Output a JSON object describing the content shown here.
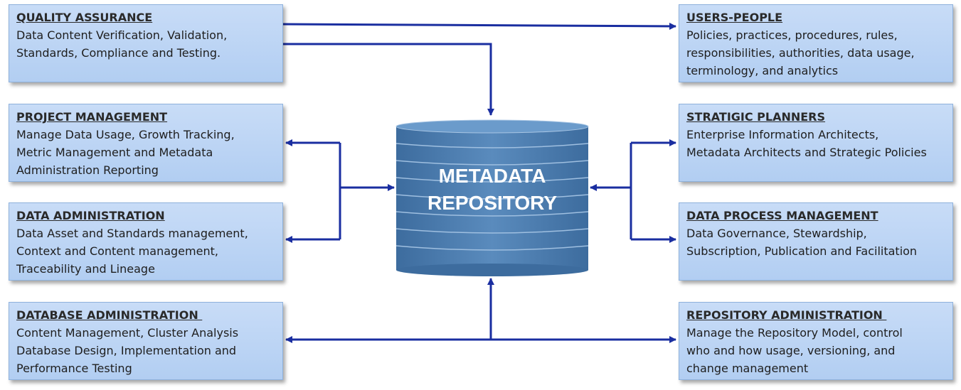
{
  "colors": {
    "arrow": "#1a2ea0",
    "box_fill": "#bcd5f4",
    "cylinder": "#4b7db0"
  },
  "center": {
    "line1": "METADATA",
    "line2": "REPOSITORY"
  },
  "boxes": {
    "quality_assurance": {
      "title": "QUALITY ASSURANCE",
      "body": "Data Content Verification, Validation,\nStandards, Compliance and Testing."
    },
    "project_management": {
      "title": "PROJECT MANAGEMENT",
      "body": "Manage Data Usage, Growth Tracking,\nMetric Management and Metadata\nAdministration Reporting"
    },
    "data_administration": {
      "title": "DATA ADMINISTRATION",
      "body": "Data Asset and Standards management,\nContext and Content management,\nTraceability and Lineage"
    },
    "database_administration": {
      "title": "DATABASE ADMINISTRATION ",
      "body": "Content Management, Cluster Analysis\nDatabase Design, Implementation and\nPerformance Testing"
    },
    "users_people": {
      "title": "USERS-PEOPLE",
      "body": "Policies, practices, procedures, rules,\nresponsibilities, authorities, data usage,\nterminology, and analytics"
    },
    "strategic_planners": {
      "title": "STRATIGIC PLANNERS",
      "body": "Enterprise Information Architects,\nMetadata Architects and Strategic Policies"
    },
    "data_process_management": {
      "title": "DATA PROCESS MANAGEMENT",
      "body": "Data Governance, Stewardship,\nSubscription, Publication and Facilitation"
    },
    "repository_administration": {
      "title": "REPOSITORY ADMINISTRATION ",
      "body": "Manage the Repository Model, control\nwho and how usage,  versioning, and\nchange management"
    }
  }
}
